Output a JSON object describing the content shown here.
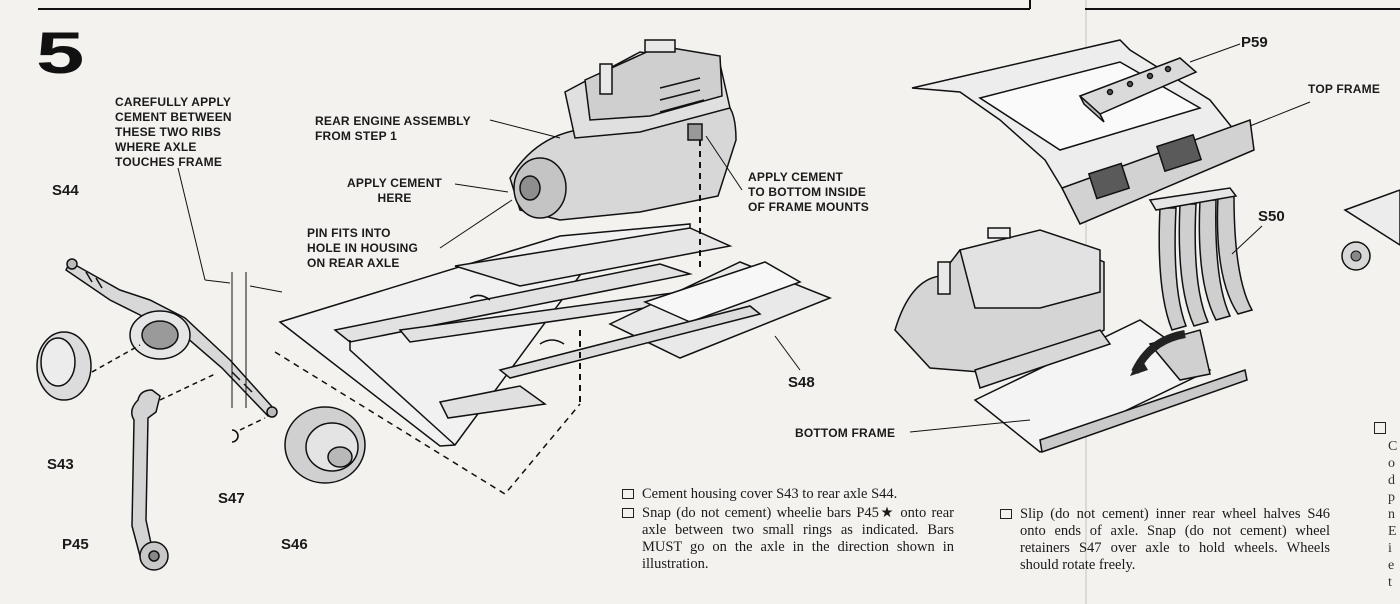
{
  "step": {
    "number": "5"
  },
  "labels": {
    "carefully_apply": "CAREFULLY APPLY\nCEMENT BETWEEN\nTHESE TWO RIBS\nWHERE AXLE\nTOUCHES FRAME",
    "rear_engine": "REAR ENGINE ASSEMBLY\nFROM STEP 1",
    "apply_cement_here": "APPLY CEMENT\nHERE",
    "pin_fits": "PIN FITS INTO\nHOLE IN HOUSING\nON REAR AXLE",
    "apply_cement_bottom": "APPLY CEMENT\nTO BOTTOM INSIDE\nOF FRAME MOUNTS",
    "top_frame": "TOP FRAME",
    "bottom_frame": "BOTTOM FRAME"
  },
  "parts": {
    "s44": "S44",
    "s43": "S43",
    "p45": "P45",
    "s47": "S47",
    "s46": "S46",
    "s48": "S48",
    "p59": "P59",
    "s50": "S50"
  },
  "instructions_left": [
    "Cement housing cover S43 to rear axle S44.",
    "Snap (do not cement) wheelie bars P45★ onto rear axle between two small rings as indicated. Bars MUST go on the axle in the direction shown in illustration."
  ],
  "instructions_right": [
    "Slip (do not cement) inner rear wheel halves S46 onto ends of axle. Snap (do not cement) wheel retainers S47 over axle to hold wheels. Wheels should rotate freely."
  ],
  "edge_fragment": "C\no\nd\np\nn\nE\ni\ne\nt"
}
